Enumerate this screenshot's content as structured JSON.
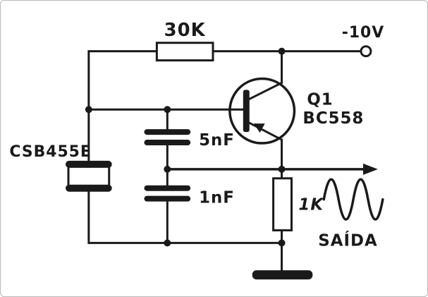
{
  "diagram": {
    "type": "schematic",
    "description": "Ceramic resonator oscillator circuit",
    "labels": {
      "feedback_resistor": "30K",
      "supply": "-10V",
      "transistor_ref": "Q1",
      "transistor_part": "BC558",
      "resonator": "CSB455E",
      "capacitor_top": "5nF",
      "capacitor_bottom": "1nF",
      "load_resistor": "1K",
      "output": "SAÍDA"
    },
    "colors": {
      "ink": "#1a1a1a",
      "background": "#ffffff",
      "frame": "#b9b9b9"
    }
  }
}
